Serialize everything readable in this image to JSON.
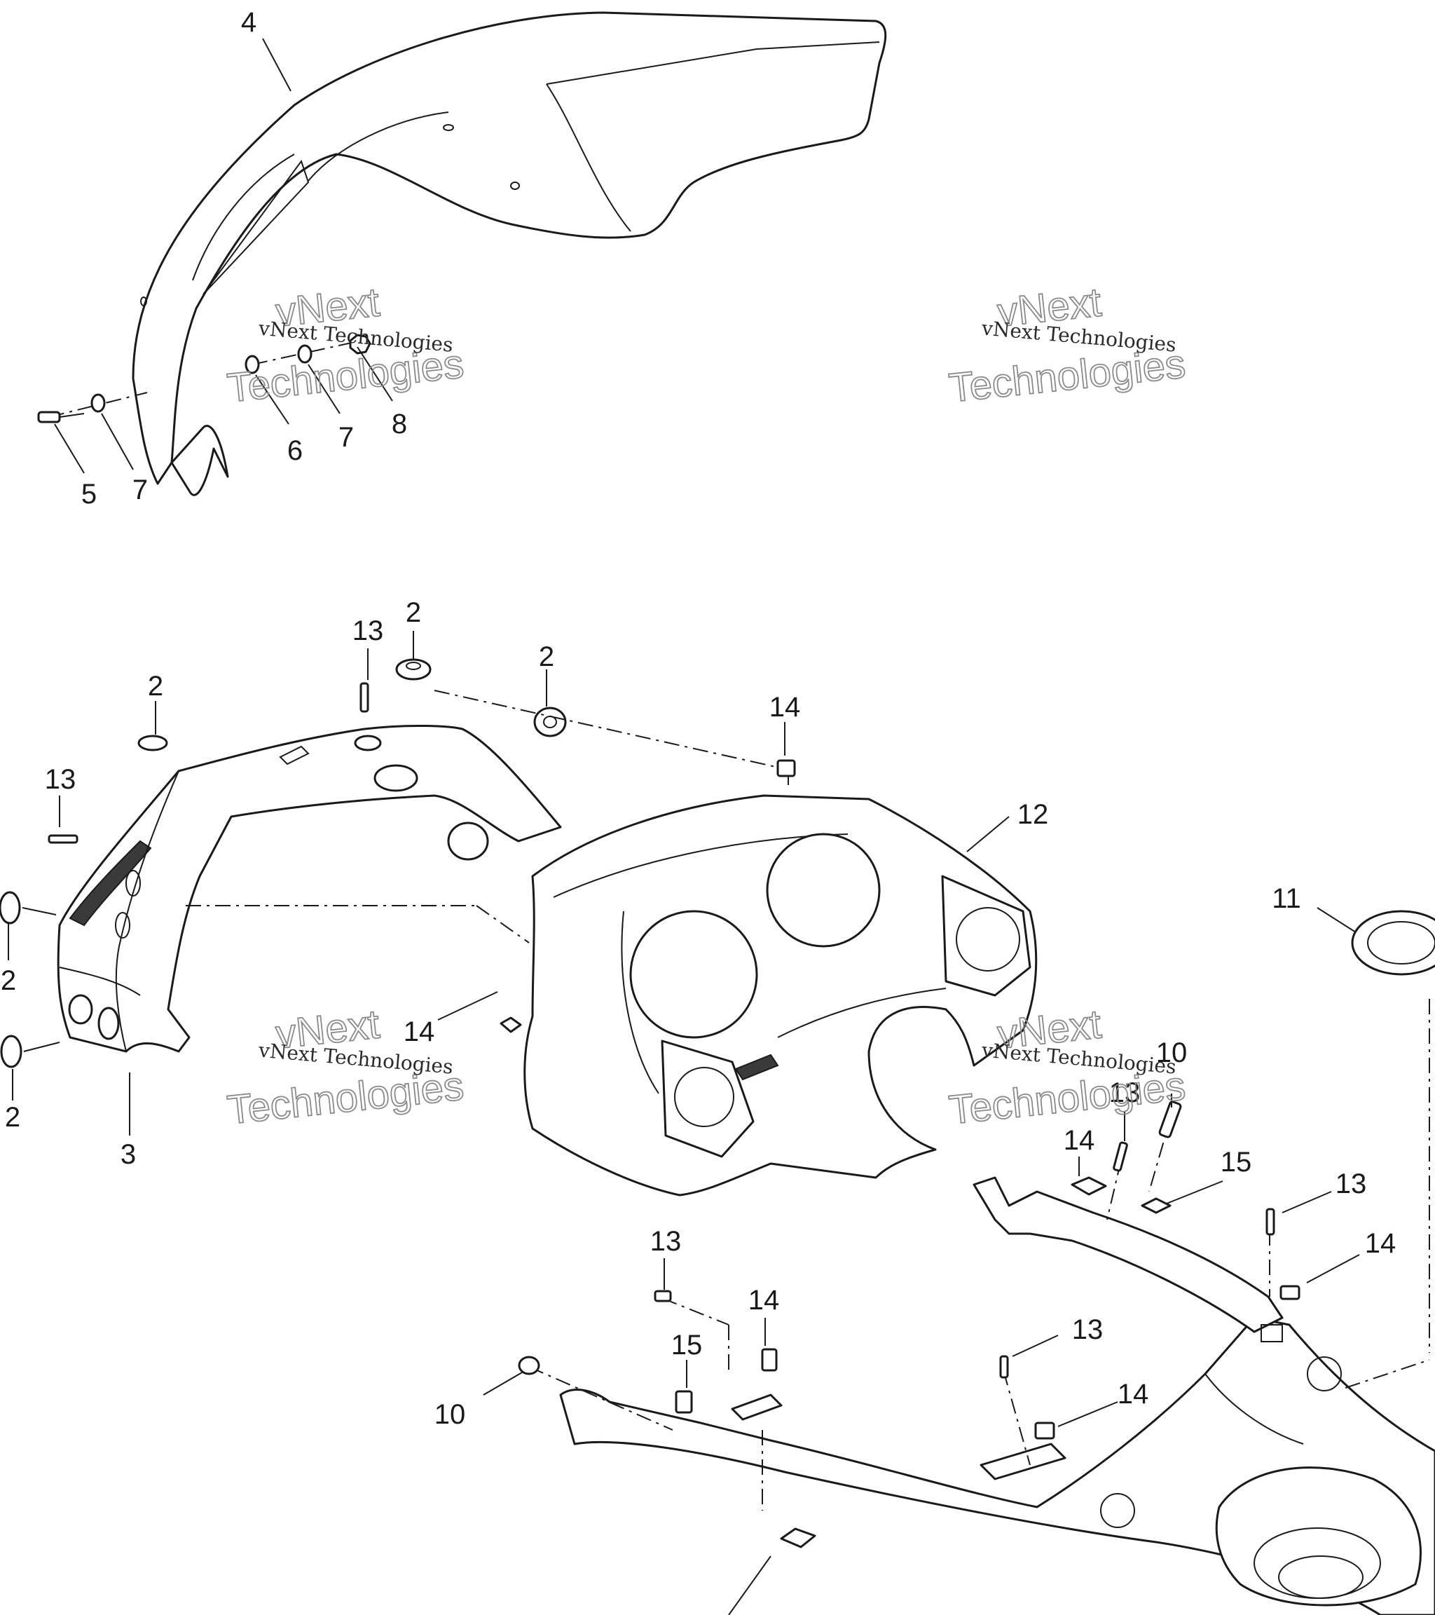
{
  "watermark": {
    "small_text": "vNext Technologies",
    "big_line_1": "vNext",
    "big_line_2": "Technologies"
  },
  "callouts": {
    "windshield": "4",
    "screw_upper": "5",
    "washer_a": "7",
    "washer_b": "7",
    "washer_c": "6",
    "nut_upper": "8",
    "grommet_top_a": "2",
    "grommet_top_b": "2",
    "grommet_top_c": "2",
    "grommet_left_a": "2",
    "grommet_left_b": "2",
    "bezel": "3",
    "screw_bezel_a": "13",
    "screw_bezel_b": "13",
    "clip_top": "14",
    "clip_left": "14",
    "instrument_panel": "12",
    "gasket_ring": "11",
    "rivet_right": "10",
    "screw_right_a": "13",
    "clip_right_a": "14",
    "nut_right_a": "15",
    "screw_right_b": "13",
    "clip_right_b": "14",
    "screw_lower_a": "13",
    "clip_lower_a": "14",
    "nut_lower": "15",
    "rivet_lower": "10",
    "screw_lower_b": "13",
    "clip_lower_b": "14"
  }
}
